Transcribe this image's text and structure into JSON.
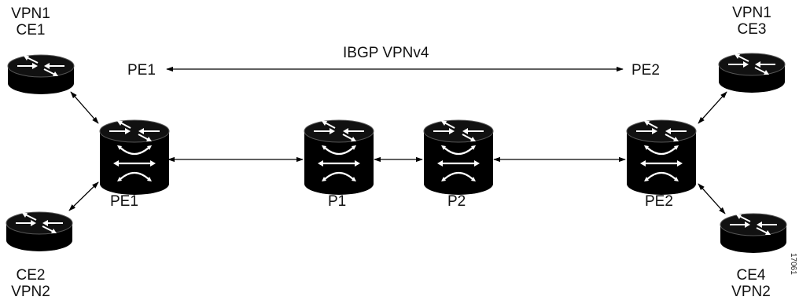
{
  "ibgp_label": "IBGP VPNv4",
  "pe1_top_label": "PE1",
  "pe2_top_label": "PE2",
  "ce1": {
    "vpn": "VPN1",
    "name": "CE1"
  },
  "ce2": {
    "name": "CE2",
    "vpn": "VPN2"
  },
  "ce3": {
    "vpn": "VPN1",
    "name": "CE3"
  },
  "ce4": {
    "name": "CE4",
    "vpn": "VPN2"
  },
  "pe1_label": "PE1",
  "p1_label": "P1",
  "p2_label": "P2",
  "pe2_label": "PE2",
  "figure_id": "17061",
  "colors": {
    "device_body": "#000000",
    "device_icon": "#ffffff",
    "line": "#000000"
  }
}
